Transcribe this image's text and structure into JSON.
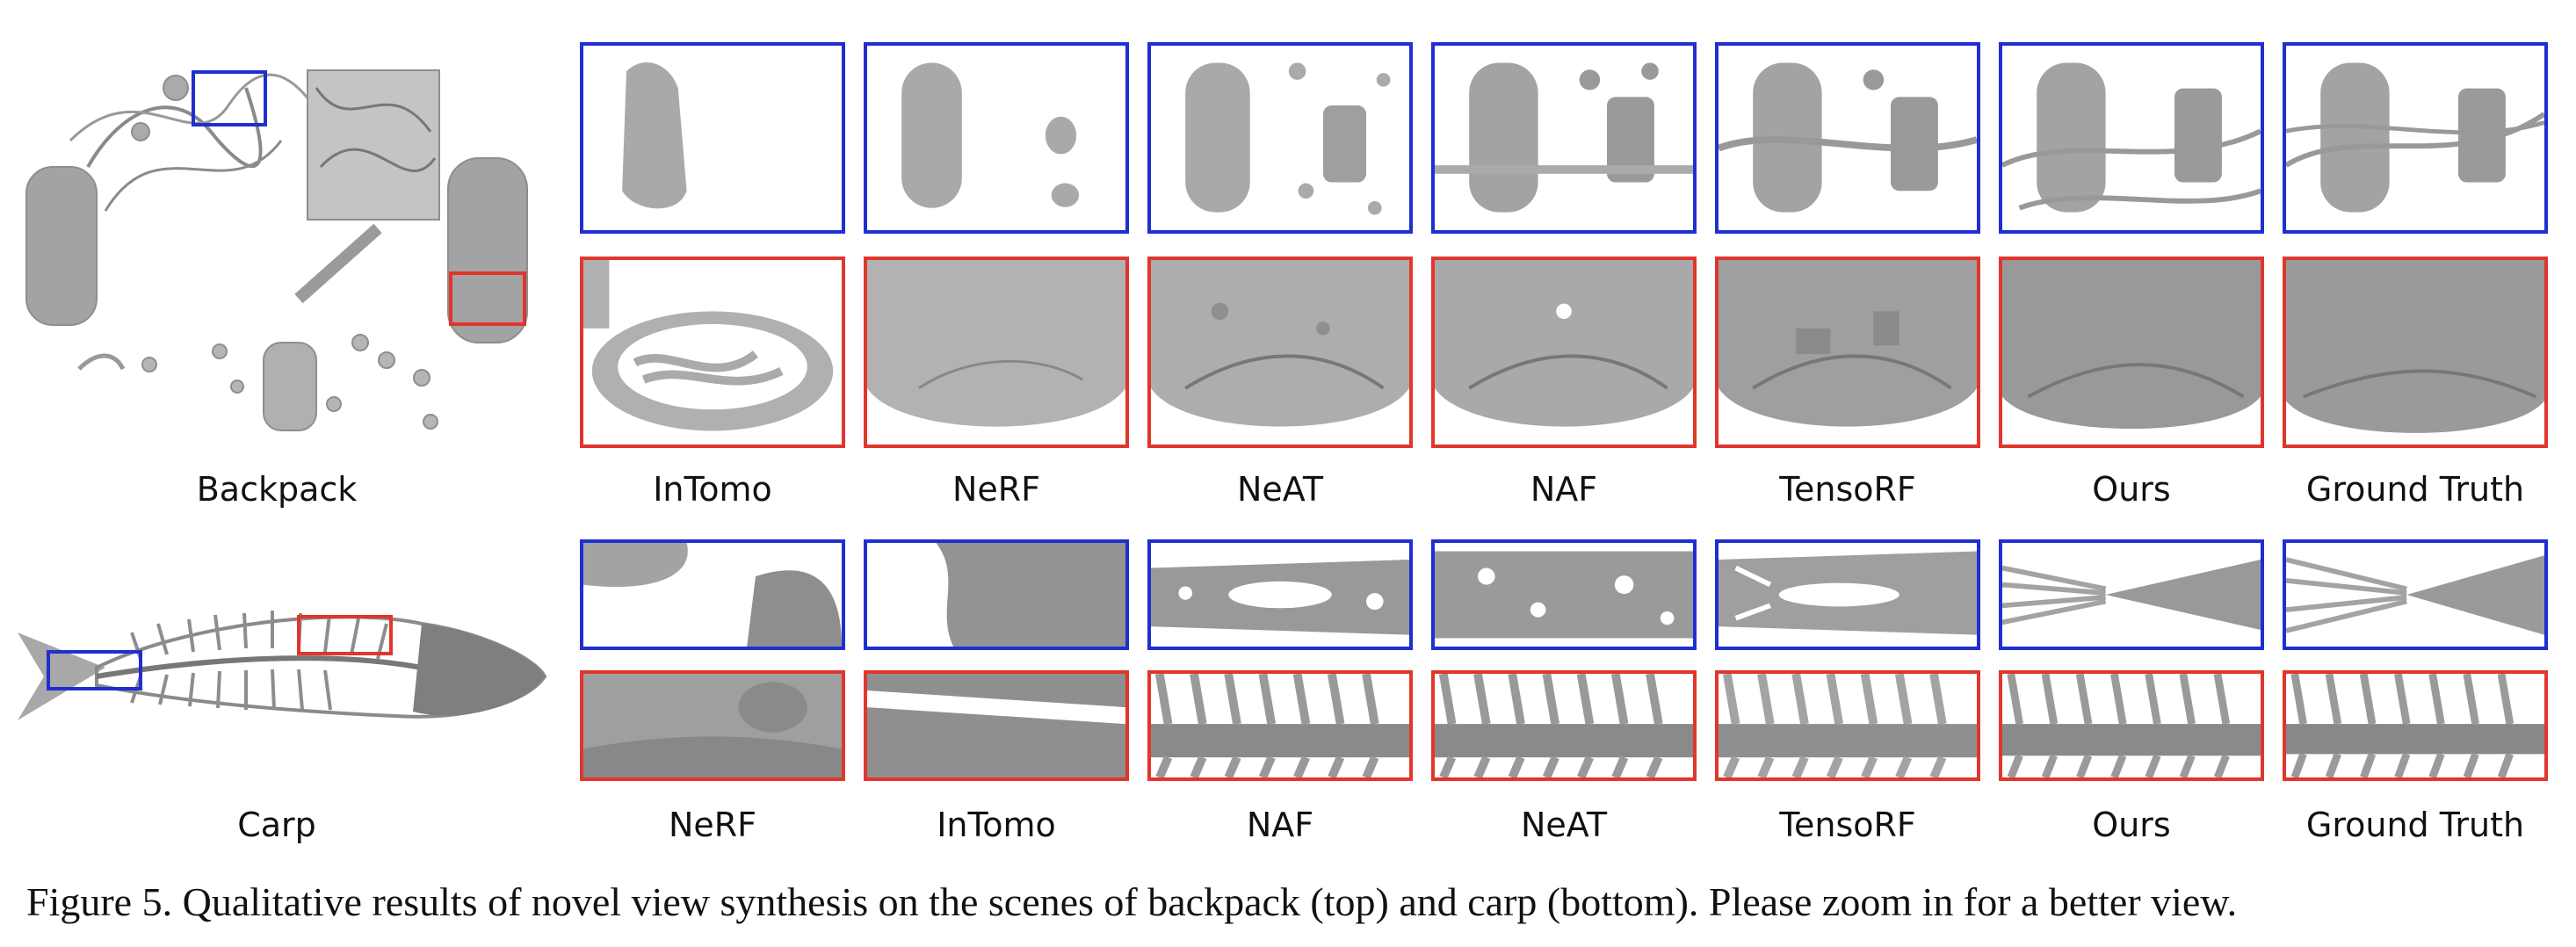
{
  "figure": {
    "caption": "Figure 5. Qualitative results of novel view synthesis on the scenes of backpack (top) and carp (bottom). Please zoom in for a better view.",
    "colors": {
      "inset_top": "#1f2fd1",
      "inset_bottom": "#e0362c",
      "render": "#a9a9a9"
    },
    "scenes": [
      {
        "name": "Backpack",
        "methods": [
          "InTomo",
          "NeRF",
          "NeAT",
          "NAF",
          "TensoRF",
          "Ours",
          "Ground Truth"
        ]
      },
      {
        "name": "Carp",
        "methods": [
          "NeRF",
          "InTomo",
          "NAF",
          "NeAT",
          "TensoRF",
          "Ours",
          "Ground Truth"
        ]
      }
    ]
  }
}
